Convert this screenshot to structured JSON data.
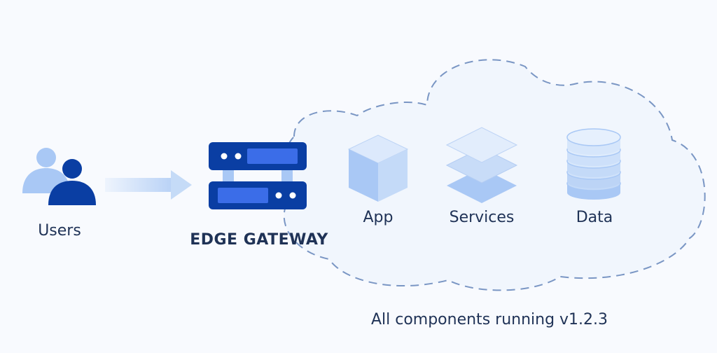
{
  "nodes": {
    "users": {
      "label": "Users",
      "icon": "users-icon"
    },
    "gateway": {
      "label": "EDGE GATEWAY",
      "icon": "server-icon"
    },
    "app": {
      "label": "App",
      "icon": "cube-icon"
    },
    "services": {
      "label": "Services",
      "icon": "layers-icon"
    },
    "data": {
      "label": "Data",
      "icon": "database-icon"
    }
  },
  "status": {
    "text": "All components running v1.2.3"
  },
  "colors": {
    "navy": "#0a3ea3",
    "blue": "#3b6de8",
    "light_blue": "#a9c8f5",
    "pale_blue": "#d8e8fb",
    "cloud_fill": "#f1f6fd",
    "cloud_stroke": "#7a96c4",
    "text": "#1f3256"
  }
}
